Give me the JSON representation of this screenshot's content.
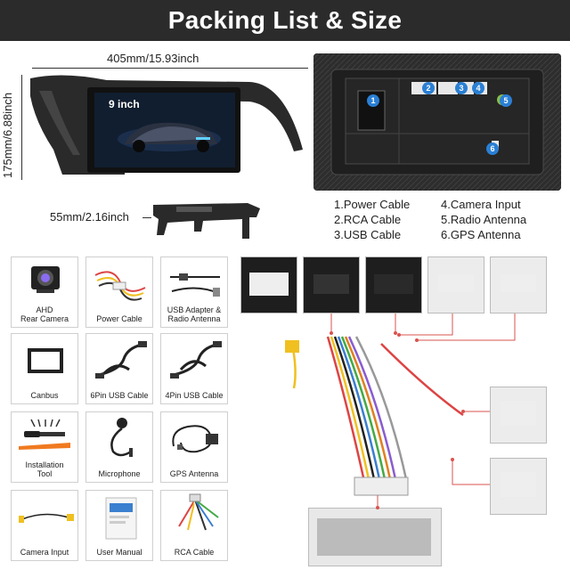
{
  "header": {
    "title": "Packing List & Size"
  },
  "dimensions": {
    "width": "405mm/15.93inch",
    "height": "175mm/6.88inch",
    "depth": "55mm/2.16inch"
  },
  "unit": {
    "screen_size": "9 inch"
  },
  "back_panel": {
    "port_numbers": [
      "1",
      "2",
      "3",
      "4",
      "5",
      "6"
    ]
  },
  "ports_legend": [
    "1.Power Cable",
    "2.RCA Cable",
    "3.USB Cable",
    "4.Camera Input",
    "5.Radio Antenna",
    "6.GPS Antenna"
  ],
  "accessories": [
    {
      "label": "AHD\nRear Camera",
      "icon": "camera-icon"
    },
    {
      "label": "Power Cable",
      "icon": "power-cable-icon"
    },
    {
      "label": "USB Adapter &\nRadio Antenna",
      "icon": "usb-adapter-icon"
    },
    {
      "label": "Canbus",
      "icon": "canbus-icon"
    },
    {
      "label": "6Pin USB Cable",
      "icon": "usb-cable-icon"
    },
    {
      "label": "4Pin USB Cable",
      "icon": "usb-cable-icon"
    },
    {
      "label": "Installation\nTool",
      "icon": "tool-icon"
    },
    {
      "label": "Microphone",
      "icon": "microphone-icon"
    },
    {
      "label": "GPS Antenna",
      "icon": "gps-antenna-icon"
    },
    {
      "label": "Camera Input",
      "icon": "camera-input-cable-icon"
    },
    {
      "label": "User Manual",
      "icon": "manual-icon"
    },
    {
      "label": "RCA Cable",
      "icon": "rca-cable-icon"
    }
  ],
  "colors": {
    "header_bg": "#2b2b2b",
    "port_badge": "#2a7fd4",
    "pointer_line": "#d9534f"
  }
}
